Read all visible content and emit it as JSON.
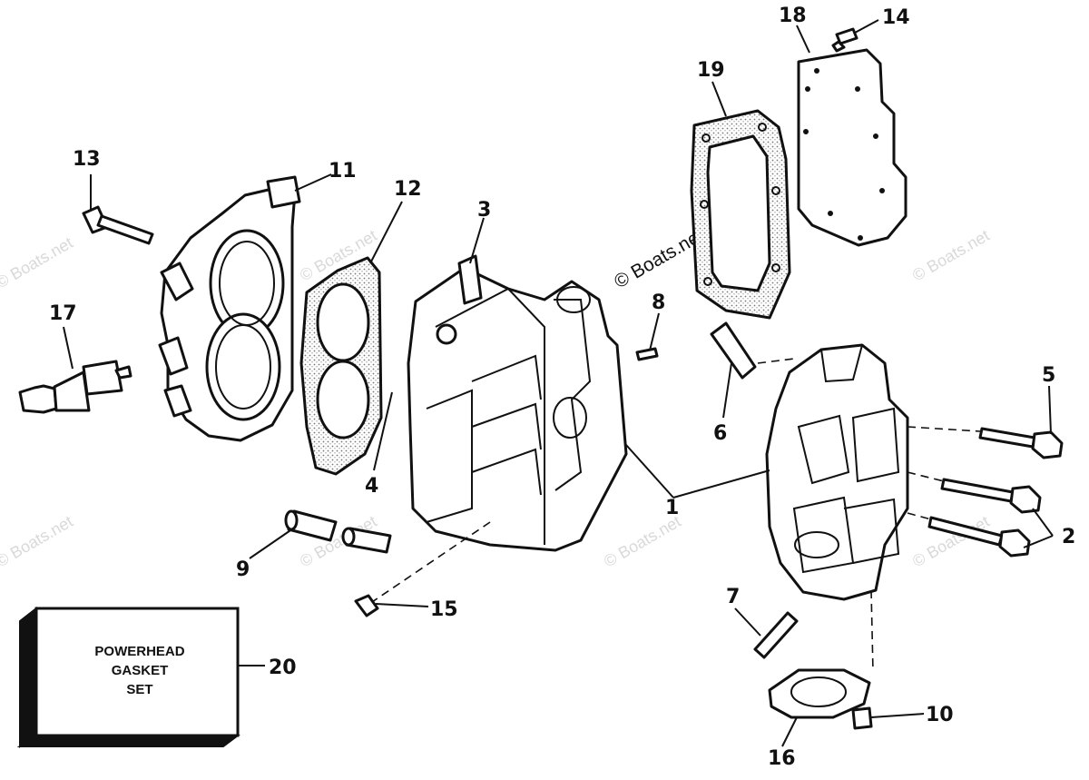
{
  "callouts": {
    "n1": "1",
    "n2": "2",
    "n3": "3",
    "n4": "4",
    "n5": "5",
    "n6": "6",
    "n7": "7",
    "n8": "8",
    "n9": "9",
    "n10": "10",
    "n11": "11",
    "n12": "12",
    "n13": "13",
    "n14": "14",
    "n15": "15",
    "n16": "16",
    "n17": "17",
    "n18": "18",
    "n19": "19",
    "n20": "20"
  },
  "gasket_box": {
    "line1": "POWERHEAD",
    "line2": "GASKET",
    "line3": "SET"
  },
  "watermark": {
    "text": "© Boats.net"
  },
  "colors": {
    "ink": "#111111",
    "paper": "#ffffff",
    "gasket_fill": "#c8c8c8",
    "watermark": "#d9d9d9"
  }
}
